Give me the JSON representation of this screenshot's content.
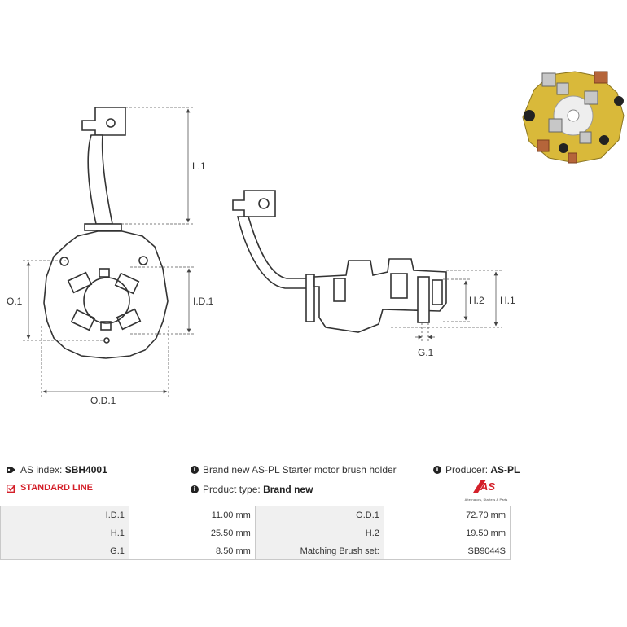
{
  "diagram": {
    "labels": {
      "l1": "L.1",
      "o1": "O.1",
      "id1": "I.D.1",
      "od1": "O.D.1",
      "h2": "H.2",
      "h1": "H.1",
      "g1": "G.1"
    }
  },
  "info": {
    "as_index_label": "AS index:",
    "as_index_value": "SBH4001",
    "standard_line": "STANDARD LINE",
    "description": "Brand new AS-PL Starter motor brush holder",
    "product_type_label": "Product type:",
    "product_type_value": "Brand new",
    "producer_label": "Producer:",
    "producer_value": "AS-PL",
    "logo_text": "AS",
    "logo_tagline": "Alternators, Starters & Parts"
  },
  "specs": {
    "rows": [
      {
        "label1": "I.D.1",
        "value1": "11.00 mm",
        "label2": "O.D.1",
        "value2": "72.70 mm"
      },
      {
        "label1": "H.1",
        "value1": "25.50 mm",
        "label2": "H.2",
        "value2": "19.50 mm"
      },
      {
        "label1": "G.1",
        "value1": "8.50 mm",
        "label2": "Matching Brush set:",
        "value2": "SB9044S"
      }
    ]
  },
  "colors": {
    "accent_red": "#d4202a",
    "line": "#333333",
    "dim_line": "#555555",
    "table_label_bg": "#f0f0f0"
  }
}
